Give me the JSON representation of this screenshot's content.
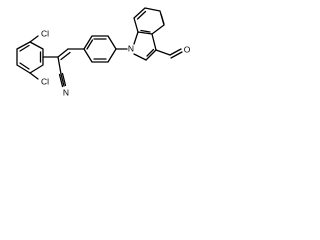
{
  "structure": {
    "atoms": {
      "cl_top": "Cl",
      "cl_bottom": "Cl",
      "nitrile_n": "N",
      "indole_n": "N",
      "aldehyde_o": "O"
    }
  }
}
